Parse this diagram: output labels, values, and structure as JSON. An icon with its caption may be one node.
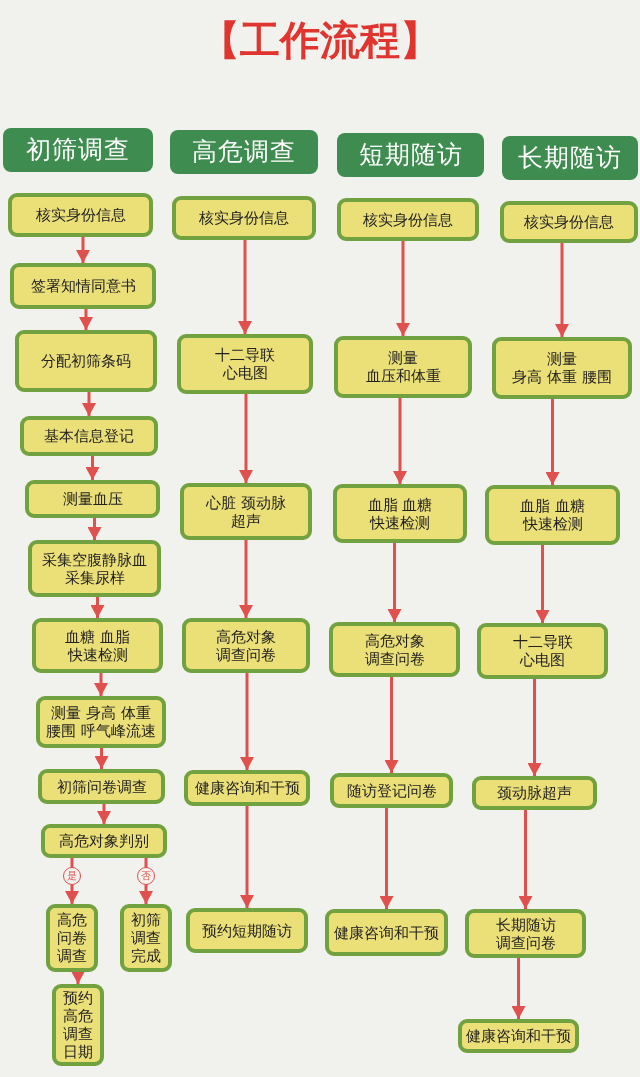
{
  "diagram": {
    "title": "【工作流程】",
    "nodes": [
      {
        "text": [
          "初筛调查"
        ]
      },
      {
        "text": [
          "核实身份信息"
        ]
      },
      {
        "text": [
          "签署知情同意书"
        ]
      },
      {
        "text": [
          "分配初筛条码"
        ]
      },
      {
        "text": [
          "基本信息登记"
        ]
      },
      {
        "text": [
          "测量血压"
        ]
      },
      {
        "text": [
          "采集空腹静脉血采集尿样"
        ]
      },
      {
        "text": [
          "血糖 血脂快速检测"
        ]
      },
      {
        "text": [
          "测量 身高 体重腰围 呼气峰流速"
        ]
      },
      {
        "text": [
          "初筛问卷调查"
        ]
      },
      {
        "text": [
          "高危对象判别"
        ]
      },
      {
        "text": [
          "高危问卷调查"
        ]
      },
      {
        "text": [
          "初筛调查完成"
        ]
      },
      {
        "text": [
          "预约高危调查日期"
        ]
      },
      {
        "text": [
          "高危调查"
        ]
      },
      {
        "text": [
          "核实身份信息"
        ]
      },
      {
        "text": [
          "十二导联心电图"
        ]
      },
      {
        "text": [
          "心脏 颈动脉超声"
        ]
      },
      {
        "text": [
          "高危对象调查问卷"
        ]
      },
      {
        "text": [
          "健康咨询和干预"
        ]
      },
      {
        "text": [
          "预约短期随访"
        ]
      },
      {
        "text": [
          "短期随访"
        ]
      },
      {
        "text": [
          "核实身份信息"
        ]
      },
      {
        "text": [
          "测量",
          "血压和体重"
        ]
      },
      {
        "text": [
          "血脂 血糖快速检测"
        ]
      },
      {
        "text": [
          "高危对象调查问卷"
        ]
      },
      {
        "text": [
          "随访登记问卷"
        ]
      },
      {
        "text": [
          "健康咨询和干预"
        ]
      },
      {
        "text": [
          "长期随访"
        ]
      },
      {
        "text": [
          "核实身份信息"
        ]
      },
      {
        "text": [
          "测量",
          "身高 体重 腰围"
        ]
      },
      {
        "text": [
          "血脂 血糖快速检测"
        ]
      },
      {
        "text": [
          "十二导联心电图"
        ]
      },
      {
        "text": [
          "颈动脉超声"
        ]
      },
      {
        "text": [
          "长期随访调查问卷"
        ]
      },
      {
        "text": [
          "健康咨询和干预"
        ]
      }
    ],
    "edges": [
      {
        "from": 1,
        "to": 2,
        "arrow": "to"
      },
      {
        "from": 2,
        "to": 3,
        "arrow": "to"
      },
      {
        "from": 3,
        "to": 4,
        "arrow": "to"
      },
      {
        "from": 4,
        "to": 5,
        "arrow": "to"
      },
      {
        "from": 5,
        "to": 6,
        "arrow": "to"
      },
      {
        "from": 6,
        "to": 7,
        "arrow": "to"
      },
      {
        "from": 7,
        "to": 8,
        "arrow": "to"
      },
      {
        "from": 8,
        "to": 9,
        "arrow": "to"
      },
      {
        "from": 9,
        "to": 10,
        "arrow": "to"
      },
      {
        "from": 10,
        "to": 11,
        "arrow": "to",
        "label": "是"
      },
      {
        "from": 10,
        "to": 12,
        "arrow": "to",
        "label": "否"
      },
      {
        "from": 11,
        "to": 13,
        "arrow": "to"
      },
      {
        "from": 15,
        "to": 16,
        "arrow": "to"
      },
      {
        "from": 16,
        "to": 17,
        "arrow": "to"
      },
      {
        "from": 17,
        "to": 18,
        "arrow": "to"
      },
      {
        "from": 18,
        "to": 19,
        "arrow": "to"
      },
      {
        "from": 19,
        "to": 20,
        "arrow": "to"
      },
      {
        "from": 22,
        "to": 23,
        "arrow": "to"
      },
      {
        "from": 23,
        "to": 24,
        "arrow": "to"
      },
      {
        "from": 24,
        "to": 25,
        "arrow": "to"
      },
      {
        "from": 25,
        "to": 26,
        "arrow": "to"
      },
      {
        "from": 26,
        "to": 27,
        "arrow": "to"
      },
      {
        "from": 29,
        "to": 30,
        "arrow": "to"
      },
      {
        "from": 30,
        "to": 31,
        "arrow": "to"
      },
      {
        "from": 31,
        "to": 32,
        "arrow": "to"
      },
      {
        "from": 32,
        "to": 33,
        "arrow": "to"
      },
      {
        "from": 33,
        "to": 34,
        "arrow": "to"
      },
      {
        "from": 34,
        "to": 35,
        "arrow": "to"
      }
    ]
  }
}
